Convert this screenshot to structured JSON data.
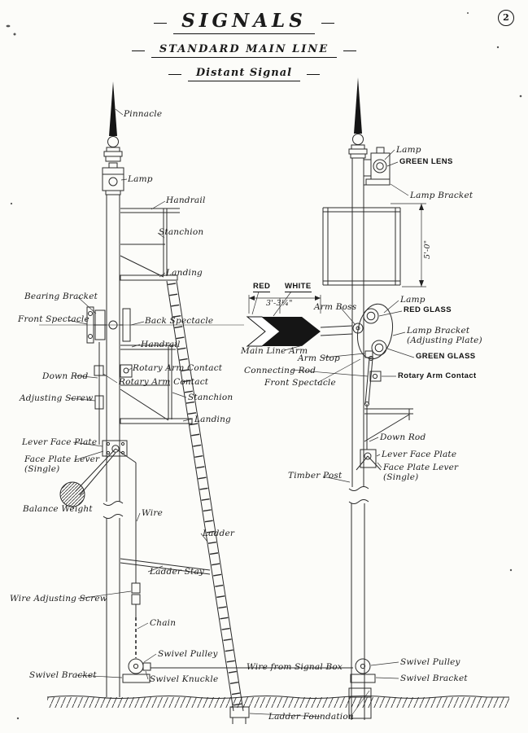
{
  "page": {
    "number": "2"
  },
  "title": {
    "main": "SIGNALS",
    "line2": "STANDARD MAIN LINE",
    "line3": "Distant Signal"
  },
  "colors": {
    "ink": "#1b1b1b",
    "paper": "#fcfcf9"
  },
  "labels": {
    "pinnacle": "Pinnacle",
    "lamp_left": "Lamp",
    "handrail_upper": "Handrail",
    "stanchion_upper": "Stanchion",
    "landing_upper": "Landing",
    "bearing_bracket": "Bearing Bracket",
    "front_spectacle_left": "Front Spectacle",
    "back_spectacle": "Back Spectacle",
    "handrail_lower": "Handrail",
    "rotary_arm_contact_1": "Rotary Arm Contact",
    "down_rod_left": "Down Rod",
    "rotary_arm_contact_2": "Rotary Arm Contact",
    "adjusting_screw": "Adjusting Screw",
    "stanchion_lower": "Stanchion",
    "landing_lower": "Landing",
    "lever_face_plate_left": "Lever Face Plate",
    "face_plate_lever_left": "Face Plate Lever\n(Single)",
    "balance_weight": "Balance Weight",
    "wire": "Wire",
    "ladder": "Ladder",
    "ladder_stay": "Ladder Stay",
    "wire_adjusting_screw": "Wire Adjusting Screw",
    "chain": "Chain",
    "swivel_pulley_left": "Swivel Pulley",
    "swivel_bracket_left": "Swivel Bracket",
    "swivel_knuckle": "Swivel Knuckle",
    "red": "RED",
    "white": "WHITE",
    "arm_dimension": "3'-3¼\"",
    "arm_boss": "Arm Boss",
    "main_line_arm": "Main Line Arm",
    "arm_stop": "Arm Stop",
    "connecting_rod": "Connecting Rod",
    "front_spectacle_center": "Front Spectacle",
    "wire_from_signal_box": "Wire from Signal Box",
    "ladder_foundation": "Ladder Foundation",
    "lamp_top_right": "Lamp",
    "green_lens": "GREEN LENS",
    "lamp_bracket_top": "Lamp Bracket",
    "dim_5_0": "5'-0\"",
    "lamp_right_mid": "Lamp",
    "red_glass": "RED GLASS",
    "lamp_bracket_adjusting": "Lamp Bracket\n(Adjusting Plate)",
    "green_glass": "GREEN GLASS",
    "rotary_arm_contact_right": "Rotary Arm Contact",
    "down_rod_right": "Down Rod",
    "lever_face_plate_right": "Lever Face Plate",
    "face_plate_lever_right": "Face Plate Lever\n(Single)",
    "timber_post": "Timber Post",
    "swivel_pulley_right": "Swivel Pulley",
    "swivel_bracket_right": "Swivel Bracket"
  }
}
